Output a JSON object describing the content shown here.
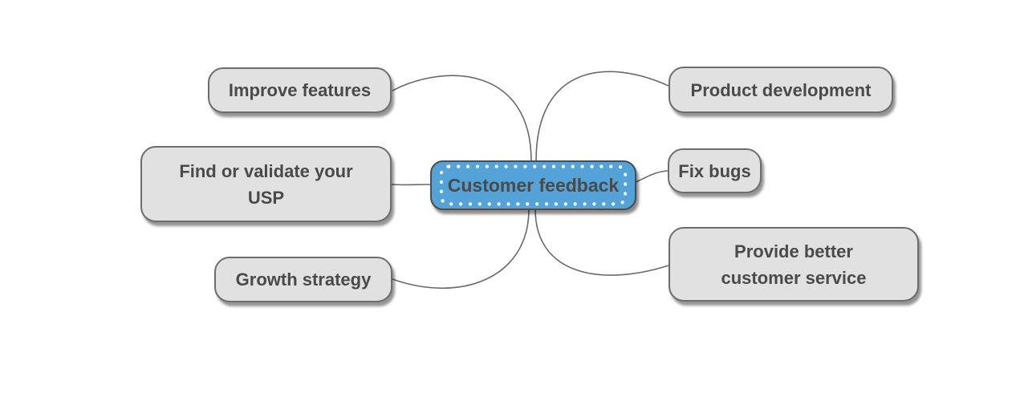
{
  "colors": {
    "background": "#ffffff",
    "branch_fill": "#e1e1e1",
    "branch_border": "#6d6d6d",
    "center_fill": "#54a3d8",
    "center_border": "#4c4c4c",
    "center_dots": "#ffffff",
    "text": "#4a4a4a",
    "connector": "#6a6a6a"
  },
  "center_node": {
    "label": "Customer feedback"
  },
  "branches": {
    "improve_features": {
      "label": "Improve features"
    },
    "find_usp": {
      "line1": "Find or validate your",
      "line2": "USP"
    },
    "growth_strategy": {
      "label": "Growth strategy"
    },
    "product_development": {
      "label": "Product development"
    },
    "fix_bugs": {
      "label": "Fix bugs"
    },
    "better_service": {
      "line1": "Provide better",
      "line2": "customer service"
    }
  }
}
